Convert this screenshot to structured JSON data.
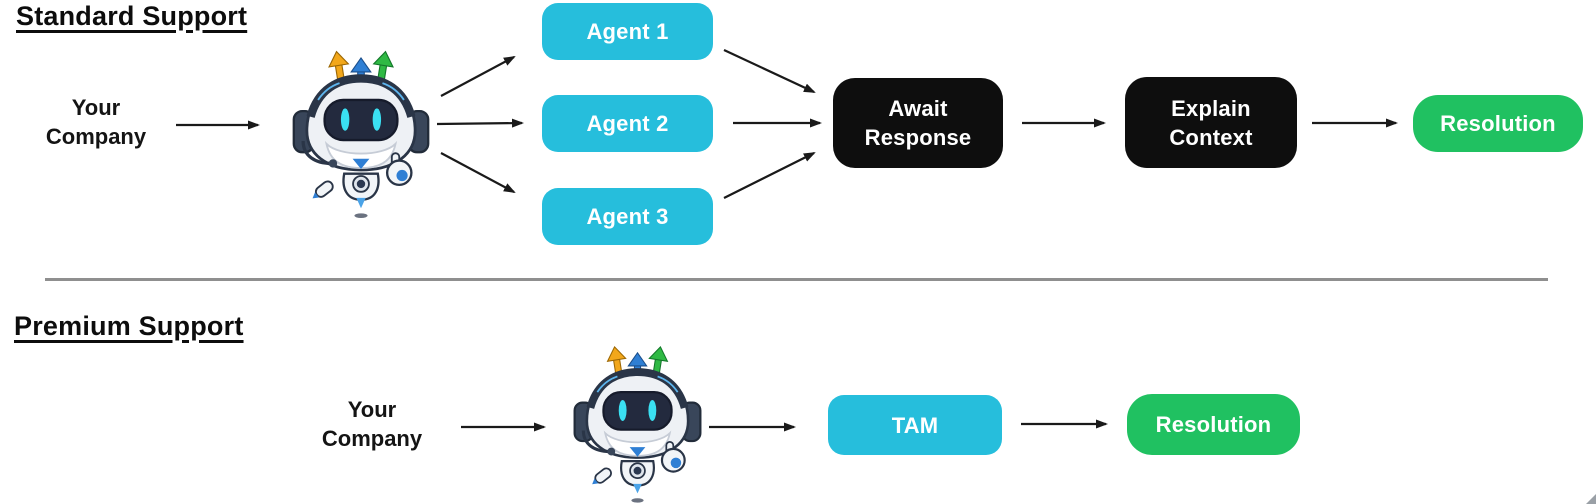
{
  "standard": {
    "title": "Standard Support",
    "company": [
      "Your",
      "Company"
    ],
    "agents": [
      "Agent 1",
      "Agent 2",
      "Agent 3"
    ],
    "await_step": [
      "Await",
      "Response"
    ],
    "explain_step": [
      "Explain",
      "Context"
    ],
    "resolution": "Resolution"
  },
  "premium": {
    "title": "Premium Support",
    "company": [
      "Your",
      "Company"
    ],
    "tam": "TAM",
    "resolution": "Resolution"
  },
  "icons": {
    "robot": "support-robot-mascot"
  },
  "colors": {
    "agent_box": "#26bedc",
    "process_box": "#0e0e0e",
    "resolution_box": "#20c161",
    "arrow": "#1a1a1a",
    "divider": "#8f8f8f"
  }
}
